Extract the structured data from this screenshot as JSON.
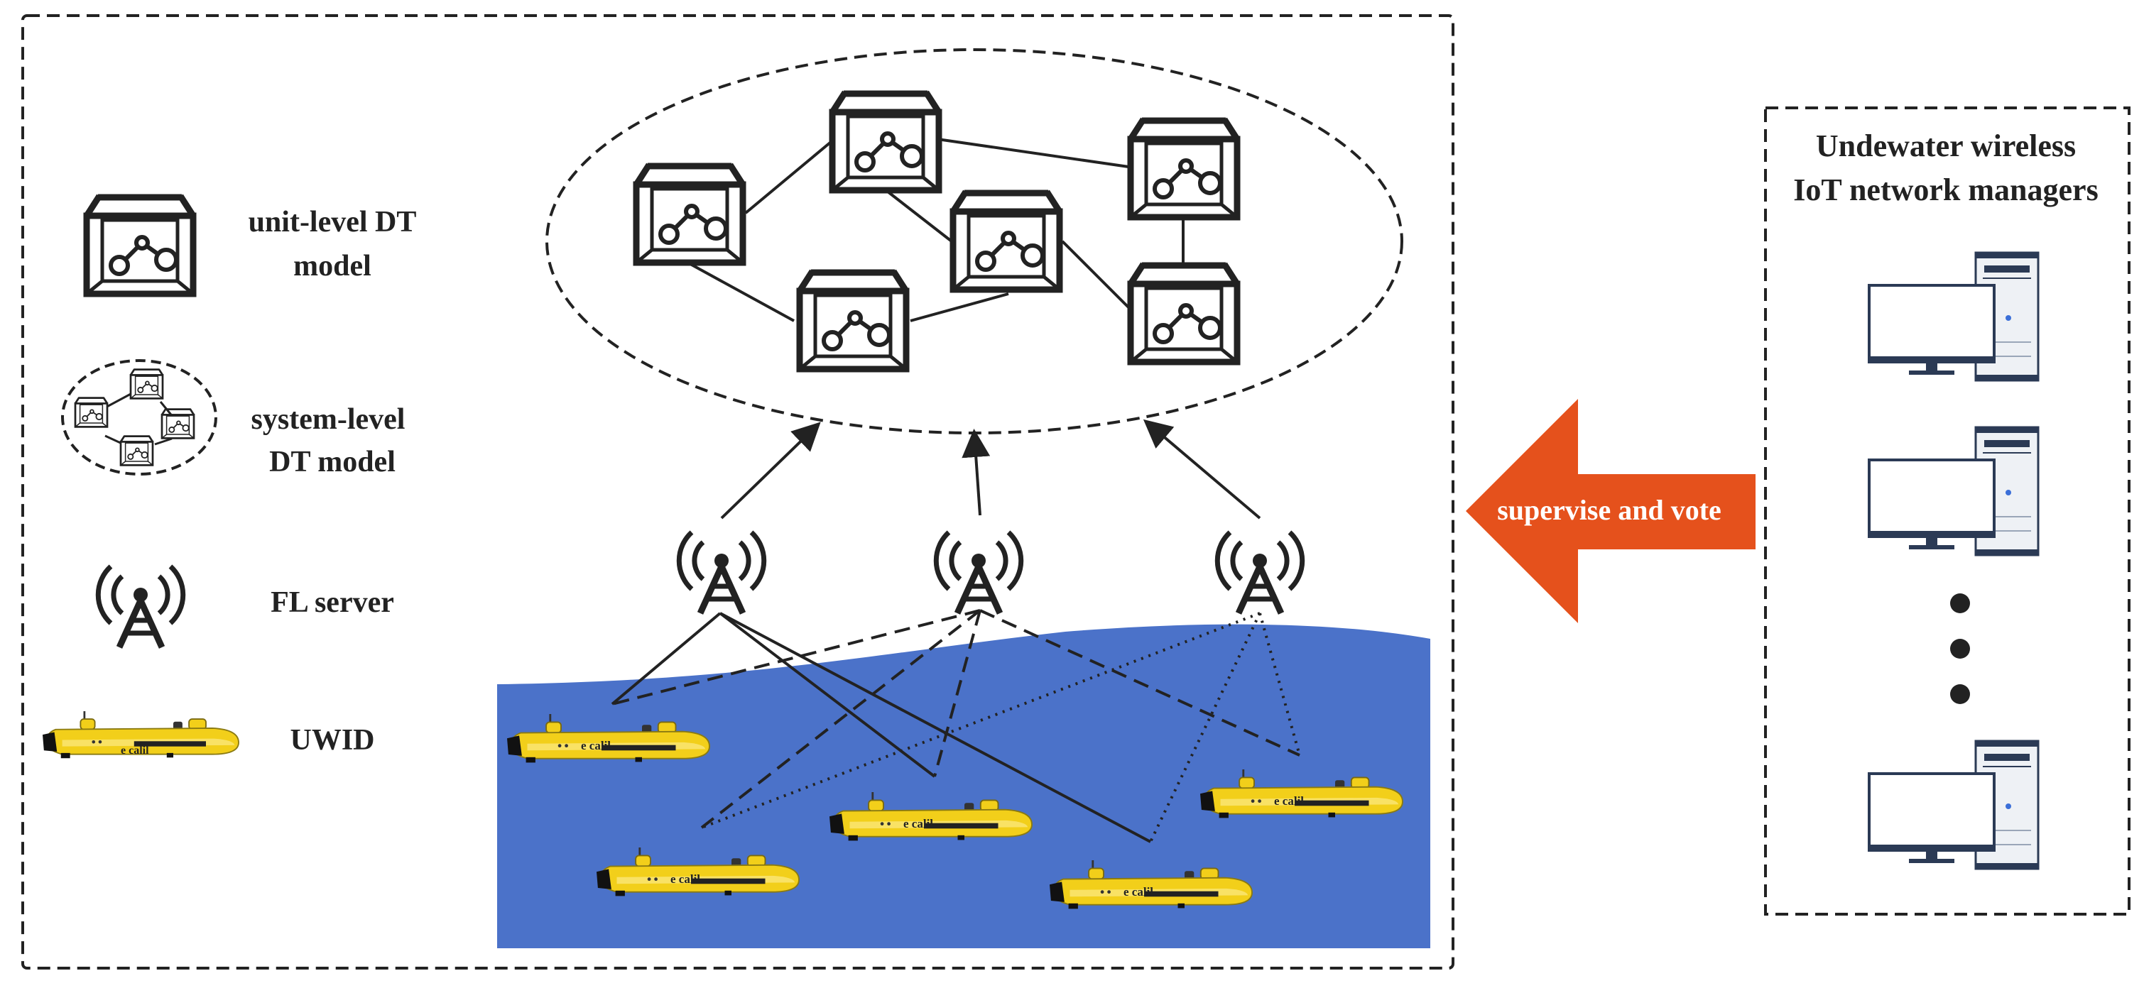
{
  "legend": {
    "unit_level_line1": "unit-level DT",
    "unit_level_line2": "model",
    "system_level_line1": "system-level",
    "system_level_line2": "DT model",
    "fl_server": "FL server",
    "uwid": "UWID"
  },
  "arrow_label": "supervise and vote",
  "managers": {
    "title_line1": "Undewater wireless",
    "title_line2": "IoT network managers"
  },
  "vehicle_hull_text": "e calil",
  "icons": {
    "unit_model": "dt-model-cube-icon",
    "server": "fl-server-tower-icon",
    "vehicle": "underwater-vehicle-icon",
    "manager": "desktop-computer-icon"
  },
  "colors": {
    "water": "#4b72c9",
    "arrow": "#e5511c",
    "vehicle": "#f2cf1a",
    "stroke": "#222222",
    "screen_blue": "#3b6fd8"
  }
}
